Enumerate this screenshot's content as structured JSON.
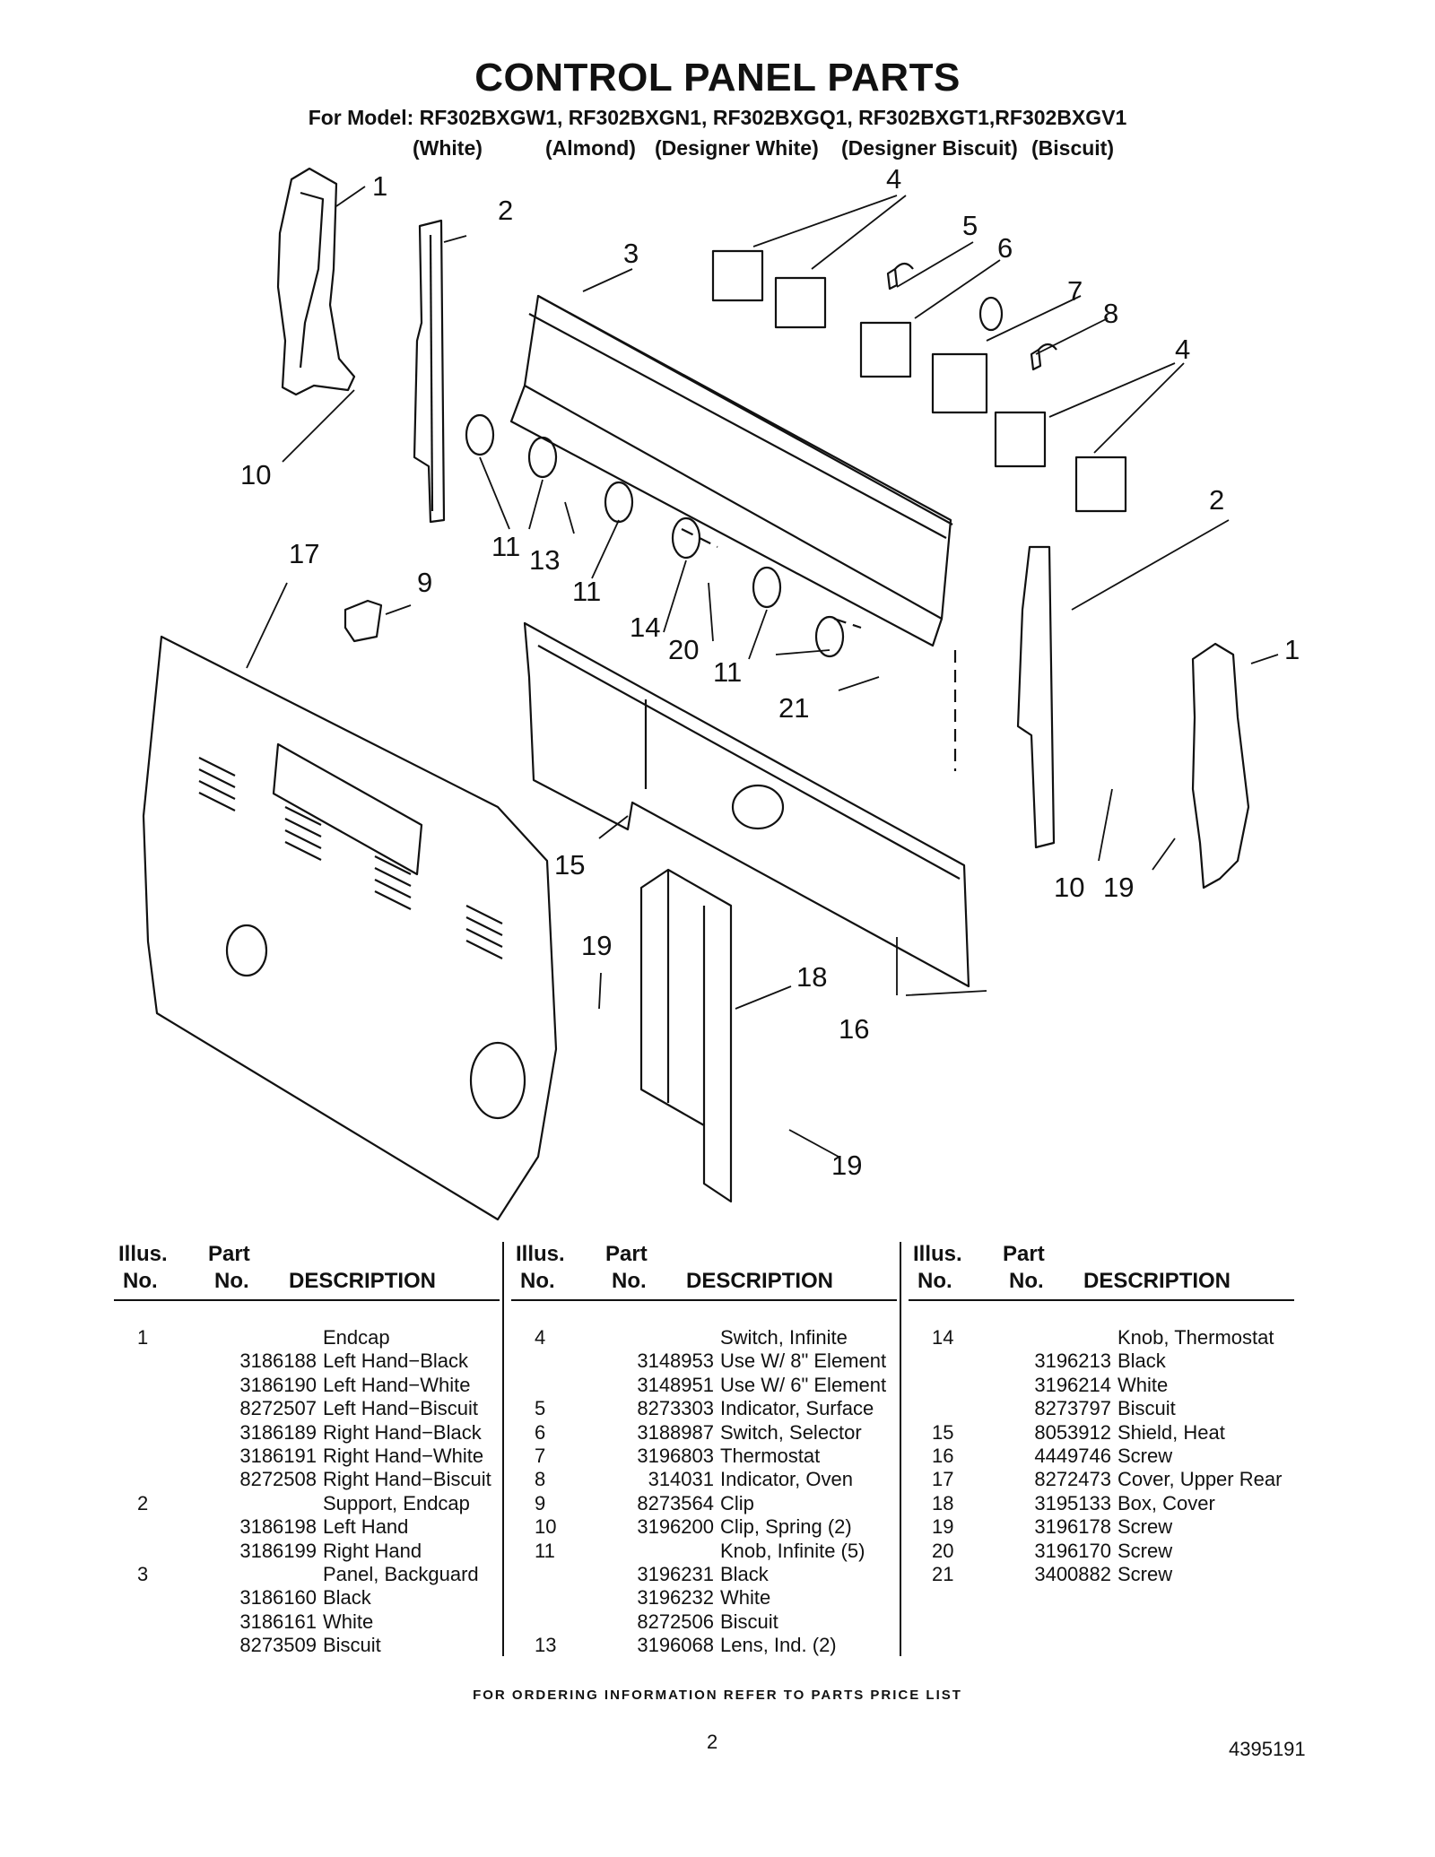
{
  "header": {
    "title": "CONTROL PANEL PARTS",
    "subtitle": "For Model: RF302BXGW1, RF302BXGN1, RF302BXGQ1, RF302BXGT1,RF302BXGV1",
    "colors": [
      "(White)",
      "(Almond)",
      "(Designer White)",
      "(Designer Biscuit)",
      "(Biscuit)"
    ]
  },
  "diagram": {
    "callouts": [
      "1",
      "2",
      "3",
      "4",
      "5",
      "6",
      "7",
      "8",
      "4",
      "10",
      "11",
      "13",
      "11",
      "14",
      "20",
      "11",
      "21",
      "2",
      "1",
      "17",
      "9",
      "15",
      "10",
      "19",
      "19",
      "18",
      "16",
      "19"
    ]
  },
  "table": {
    "headers": {
      "illus": "Illus.",
      "no": "No.",
      "part": "Part",
      "part_no": "No.",
      "desc": "DESCRIPTION"
    },
    "columns": [
      [
        {
          "no": "1",
          "part": "",
          "desc": "Endcap"
        },
        {
          "no": "",
          "part": "3186188",
          "desc": "Left Hand−Black"
        },
        {
          "no": "",
          "part": "3186190",
          "desc": "Left Hand−White"
        },
        {
          "no": "",
          "part": "8272507",
          "desc": "Left Hand−Biscuit"
        },
        {
          "no": "",
          "part": "3186189",
          "desc": "Right Hand−Black"
        },
        {
          "no": "",
          "part": "3186191",
          "desc": "Right Hand−White"
        },
        {
          "no": "",
          "part": "8272508",
          "desc": "Right Hand−Biscuit"
        },
        {
          "no": "2",
          "part": "",
          "desc": "Support, Endcap"
        },
        {
          "no": "",
          "part": "3186198",
          "desc": "Left Hand"
        },
        {
          "no": "",
          "part": "3186199",
          "desc": "Right Hand"
        },
        {
          "no": "3",
          "part": "",
          "desc": "Panel, Backguard"
        },
        {
          "no": "",
          "part": "3186160",
          "desc": "Black"
        },
        {
          "no": "",
          "part": "3186161",
          "desc": "White"
        },
        {
          "no": "",
          "part": "8273509",
          "desc": "Biscuit"
        }
      ],
      [
        {
          "no": "4",
          "part": "",
          "desc": "Switch, Infinite"
        },
        {
          "no": "",
          "part": "3148953",
          "desc": "Use W/ 8\" Element"
        },
        {
          "no": "",
          "part": "3148951",
          "desc": "Use W/ 6\" Element"
        },
        {
          "no": "5",
          "part": "8273303",
          "desc": "Indicator, Surface"
        },
        {
          "no": "6",
          "part": "3188987",
          "desc": "Switch, Selector"
        },
        {
          "no": "7",
          "part": "3196803",
          "desc": "Thermostat"
        },
        {
          "no": "8",
          "part": "314031",
          "desc": "Indicator, Oven"
        },
        {
          "no": "9",
          "part": "8273564",
          "desc": "Clip"
        },
        {
          "no": "10",
          "part": "3196200",
          "desc": "Clip, Spring (2)"
        },
        {
          "no": "11",
          "part": "",
          "desc": "Knob, Infinite (5)"
        },
        {
          "no": "",
          "part": "3196231",
          "desc": "Black"
        },
        {
          "no": "",
          "part": "3196232",
          "desc": "White"
        },
        {
          "no": "",
          "part": "8272506",
          "desc": "Biscuit"
        },
        {
          "no": "13",
          "part": "3196068",
          "desc": "Lens, Ind. (2)"
        }
      ],
      [
        {
          "no": "14",
          "part": "",
          "desc": "Knob, Thermostat"
        },
        {
          "no": "",
          "part": "3196213",
          "desc": "Black"
        },
        {
          "no": "",
          "part": "3196214",
          "desc": "White"
        },
        {
          "no": "",
          "part": "8273797",
          "desc": "Biscuit"
        },
        {
          "no": "15",
          "part": "8053912",
          "desc": "Shield, Heat"
        },
        {
          "no": "16",
          "part": "4449746",
          "desc": "Screw"
        },
        {
          "no": "17",
          "part": "8272473",
          "desc": "Cover, Upper Rear"
        },
        {
          "no": "18",
          "part": "3195133",
          "desc": "Box, Cover"
        },
        {
          "no": "19",
          "part": "3196178",
          "desc": "Screw"
        },
        {
          "no": "20",
          "part": "3196170",
          "desc": "Screw"
        },
        {
          "no": "21",
          "part": "3400882",
          "desc": "Screw"
        }
      ]
    ]
  },
  "footer": {
    "ordering_note": "FOR ORDERING INFORMATION REFER TO PARTS PRICE LIST",
    "page_number": "2",
    "document_number": "4395191"
  }
}
